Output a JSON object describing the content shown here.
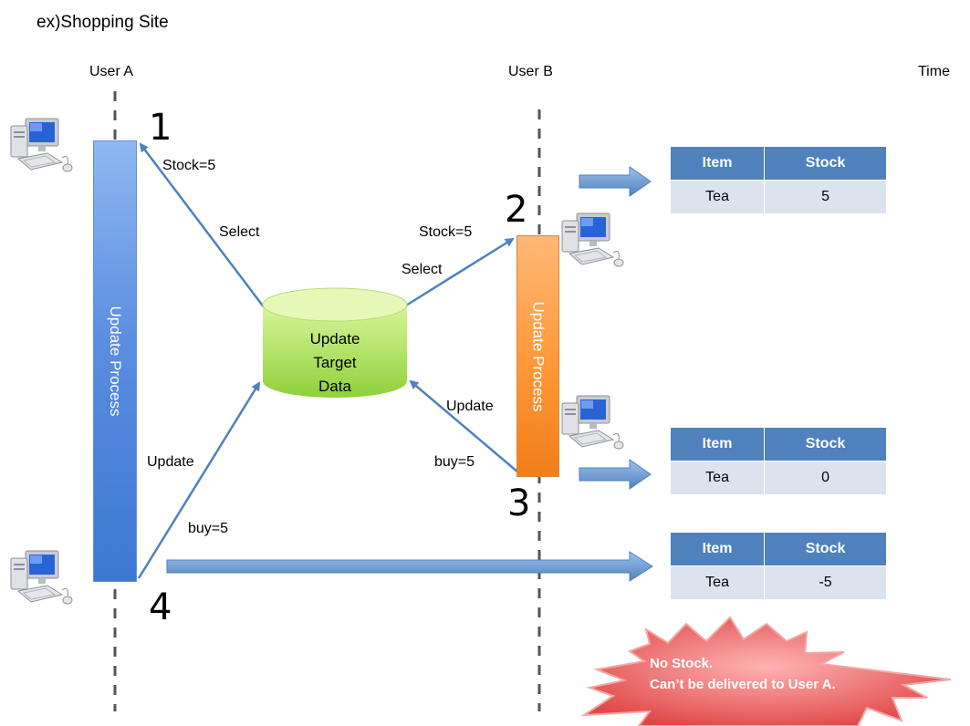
{
  "title": "ex)Shopping Site",
  "columns": {
    "user_a": "User A",
    "user_b": "User B",
    "time": "Time"
  },
  "steps": [
    "1",
    "2",
    "3",
    "4"
  ],
  "process_a": {
    "label": "Update Process"
  },
  "process_b": {
    "label": "Update Process"
  },
  "database": {
    "lines": [
      "Update",
      "Target",
      "Data"
    ]
  },
  "edges": {
    "a_stock": "Stock=5",
    "a_select": "Select",
    "b_stock": "Stock=5",
    "b_select": "Select",
    "b_update": "Update",
    "b_buy": "buy=5",
    "a_update": "Update",
    "a_buy": "buy=5"
  },
  "tables": [
    {
      "headers": [
        "Item",
        "Stock"
      ],
      "row": [
        "Tea",
        "5"
      ]
    },
    {
      "headers": [
        "Item",
        "Stock"
      ],
      "row": [
        "Tea",
        "0"
      ]
    },
    {
      "headers": [
        "Item",
        "Stock"
      ],
      "row": [
        "Tea",
        "-5"
      ]
    }
  ],
  "alert": {
    "line1": "No Stock.",
    "line2": "Can’t be delivered to User A."
  },
  "colors": {
    "process_a": "#4a86d8",
    "process_b": "#ff9a3c",
    "database": "#a8e04a",
    "arrow": "#4f81bd",
    "table_header": "#4f81bd",
    "table_cell": "#dbe3ef",
    "alert": "#e85c5c"
  }
}
